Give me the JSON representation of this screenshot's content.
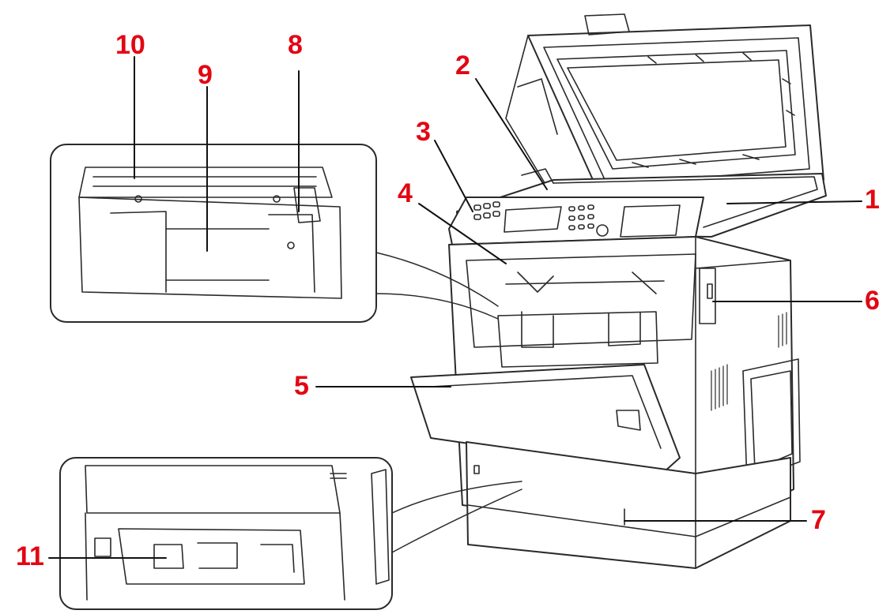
{
  "colors": {
    "callout": "#e30613",
    "linework": "#2a2a2a",
    "leader": "#111111"
  },
  "callouts": [
    {
      "id": "c1",
      "label": "1"
    },
    {
      "id": "c2",
      "label": "2"
    },
    {
      "id": "c3",
      "label": "3"
    },
    {
      "id": "c4",
      "label": "4"
    },
    {
      "id": "c5",
      "label": "5"
    },
    {
      "id": "c6",
      "label": "6"
    },
    {
      "id": "c7",
      "label": "7"
    },
    {
      "id": "c8",
      "label": "8"
    },
    {
      "id": "c9",
      "label": "9"
    },
    {
      "id": "c10",
      "label": "10"
    },
    {
      "id": "c11",
      "label": "11"
    }
  ]
}
